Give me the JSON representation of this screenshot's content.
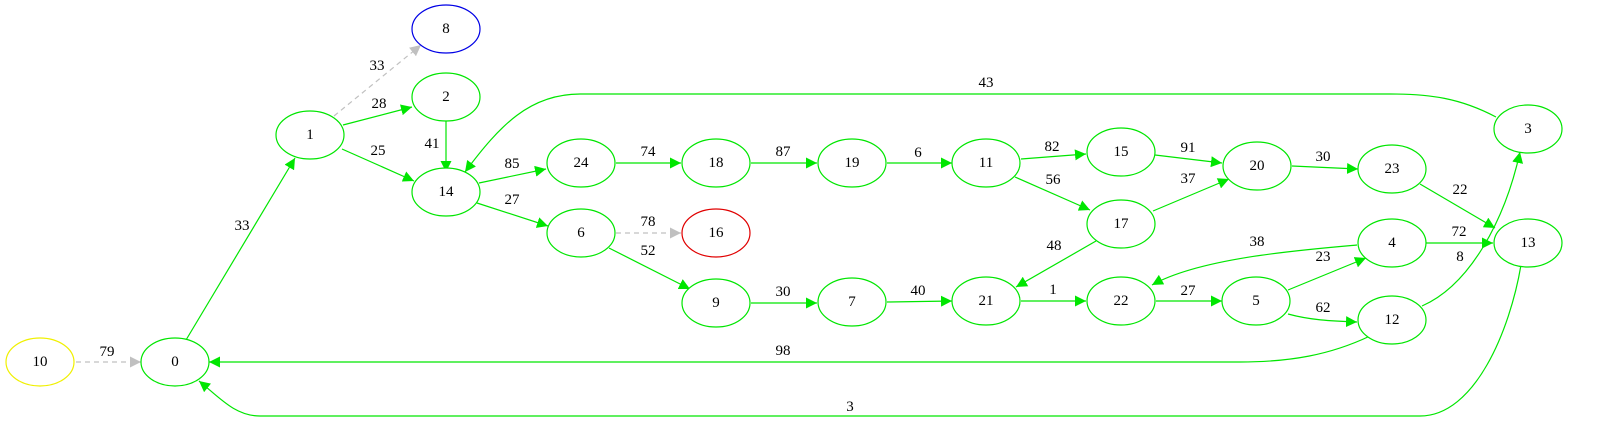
{
  "colors": {
    "green": "#00e600",
    "gray": "#c0c0c0",
    "red": "#e00000",
    "blue": "#0000e6",
    "yellow": "#f0f000"
  },
  "nodes": {
    "n0": {
      "label": "0",
      "color": "green"
    },
    "n1": {
      "label": "1",
      "color": "green"
    },
    "n2": {
      "label": "2",
      "color": "green"
    },
    "n3": {
      "label": "3",
      "color": "green"
    },
    "n4": {
      "label": "4",
      "color": "green"
    },
    "n5": {
      "label": "5",
      "color": "green"
    },
    "n6": {
      "label": "6",
      "color": "green"
    },
    "n7": {
      "label": "7",
      "color": "green"
    },
    "n8": {
      "label": "8",
      "color": "blue"
    },
    "n9": {
      "label": "9",
      "color": "green"
    },
    "n10": {
      "label": "10",
      "color": "yellow"
    },
    "n11": {
      "label": "11",
      "color": "green"
    },
    "n12": {
      "label": "12",
      "color": "green"
    },
    "n13": {
      "label": "13",
      "color": "green"
    },
    "n14": {
      "label": "14",
      "color": "green"
    },
    "n15": {
      "label": "15",
      "color": "green"
    },
    "n16": {
      "label": "16",
      "color": "red"
    },
    "n17": {
      "label": "17",
      "color": "green"
    },
    "n18": {
      "label": "18",
      "color": "green"
    },
    "n19": {
      "label": "19",
      "color": "green"
    },
    "n20": {
      "label": "20",
      "color": "green"
    },
    "n21": {
      "label": "21",
      "color": "green"
    },
    "n22": {
      "label": "22",
      "color": "green"
    },
    "n23": {
      "label": "23",
      "color": "green"
    },
    "n24": {
      "label": "24",
      "color": "green"
    }
  },
  "edges": {
    "e10_0": {
      "from": "10",
      "to": "0",
      "weight": "79",
      "style": "dashed",
      "color": "gray"
    },
    "e0_1": {
      "from": "0",
      "to": "1",
      "weight": "33",
      "style": "solid",
      "color": "green"
    },
    "e1_8": {
      "from": "1",
      "to": "8",
      "weight": "33",
      "style": "dashed",
      "color": "gray"
    },
    "e1_2": {
      "from": "1",
      "to": "2",
      "weight": "28",
      "style": "solid",
      "color": "green"
    },
    "e1_14": {
      "from": "1",
      "to": "14",
      "weight": "25",
      "style": "solid",
      "color": "green"
    },
    "e2_14": {
      "from": "2",
      "to": "14",
      "weight": "41",
      "style": "solid",
      "color": "green"
    },
    "e3_14": {
      "from": "3",
      "to": "14",
      "weight": "43",
      "style": "solid",
      "color": "green"
    },
    "e14_24": {
      "from": "14",
      "to": "24",
      "weight": "85",
      "style": "solid",
      "color": "green"
    },
    "e14_6": {
      "from": "14",
      "to": "6",
      "weight": "27",
      "style": "solid",
      "color": "green"
    },
    "e24_18": {
      "from": "24",
      "to": "18",
      "weight": "74",
      "style": "solid",
      "color": "green"
    },
    "e18_19": {
      "from": "18",
      "to": "19",
      "weight": "87",
      "style": "solid",
      "color": "green"
    },
    "e19_11": {
      "from": "19",
      "to": "11",
      "weight": "6",
      "style": "solid",
      "color": "green"
    },
    "e11_15": {
      "from": "11",
      "to": "15",
      "weight": "82",
      "style": "solid",
      "color": "green"
    },
    "e11_17": {
      "from": "11",
      "to": "17",
      "weight": "56",
      "style": "solid",
      "color": "green"
    },
    "e15_20": {
      "from": "15",
      "to": "20",
      "weight": "91",
      "style": "solid",
      "color": "green"
    },
    "e17_20": {
      "from": "17",
      "to": "20",
      "weight": "37",
      "style": "solid",
      "color": "green"
    },
    "e20_23": {
      "from": "20",
      "to": "23",
      "weight": "30",
      "style": "solid",
      "color": "green"
    },
    "e23_13": {
      "from": "23",
      "to": "13",
      "weight": "22",
      "style": "solid",
      "color": "green"
    },
    "e6_16": {
      "from": "6",
      "to": "16",
      "weight": "78",
      "style": "dashed",
      "color": "gray"
    },
    "e6_9": {
      "from": "6",
      "to": "9",
      "weight": "52",
      "style": "solid",
      "color": "green"
    },
    "e9_7": {
      "from": "9",
      "to": "7",
      "weight": "30",
      "style": "solid",
      "color": "green"
    },
    "e7_21": {
      "from": "7",
      "to": "21",
      "weight": "40",
      "style": "solid",
      "color": "green"
    },
    "e17_21": {
      "from": "17",
      "to": "21",
      "weight": "48",
      "style": "solid",
      "color": "green"
    },
    "e21_22": {
      "from": "21",
      "to": "22",
      "weight": "1",
      "style": "solid",
      "color": "green"
    },
    "e22_5": {
      "from": "22",
      "to": "5",
      "weight": "27",
      "style": "solid",
      "color": "green"
    },
    "e4_22": {
      "from": "4",
      "to": "22",
      "weight": "38",
      "style": "solid",
      "color": "green"
    },
    "e5_4": {
      "from": "5",
      "to": "4",
      "weight": "23",
      "style": "solid",
      "color": "green"
    },
    "e5_12": {
      "from": "5",
      "to": "12",
      "weight": "62",
      "style": "solid",
      "color": "green"
    },
    "e4_13": {
      "from": "4",
      "to": "13",
      "weight": "72",
      "style": "solid",
      "color": "green"
    },
    "e12_3": {
      "from": "12",
      "to": "3",
      "weight": "8",
      "style": "solid",
      "color": "green"
    },
    "e12_0": {
      "from": "12",
      "to": "0",
      "weight": "98",
      "style": "solid",
      "color": "green"
    },
    "e13_0": {
      "from": "13",
      "to": "0",
      "weight": "3",
      "style": "solid",
      "color": "green"
    }
  }
}
